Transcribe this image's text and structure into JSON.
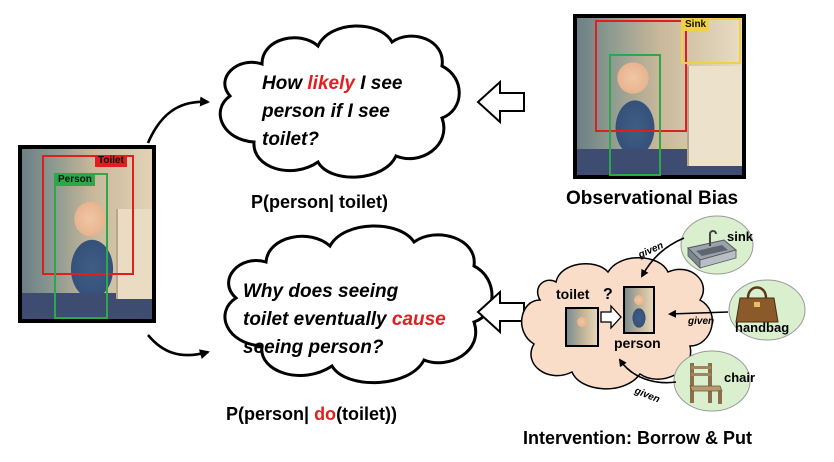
{
  "left_image": {
    "box_toilet_label": "Toilet",
    "box_person_label": "Person"
  },
  "top_right_image": {
    "box_sink_label": "Sink"
  },
  "top_cloud": {
    "line1_pre": "How ",
    "line1_highlight": "likely",
    "line1_post": " I see",
    "line2": "person if I see",
    "line3": "toilet?"
  },
  "bottom_cloud": {
    "line1": "Why does seeing",
    "line2_pre": "toilet eventually ",
    "line2_highlight": "cause",
    "line3": "seeing person?"
  },
  "formula_top": "P(person| toilet)",
  "formula_bottom": {
    "pre": "P(person| ",
    "highlight": "do",
    "post": "(toilet))"
  },
  "heading_observational": "Observational Bias",
  "heading_intervention": "Intervention: Borrow & Put",
  "intervention": {
    "toilet_label": "toilet",
    "question_mark": "?",
    "person_label": "person",
    "sink_label": "sink",
    "handbag_label": "handbag",
    "chair_label": "chair",
    "given_label": "given"
  },
  "colors": {
    "highlight": "#e02020",
    "toilet_box": "#e01e1e",
    "person_box": "#2ca84a",
    "sink_box": "#f2cf45",
    "cloud_fill": "#f9ddc8",
    "object_circle": "#d9efcd"
  }
}
